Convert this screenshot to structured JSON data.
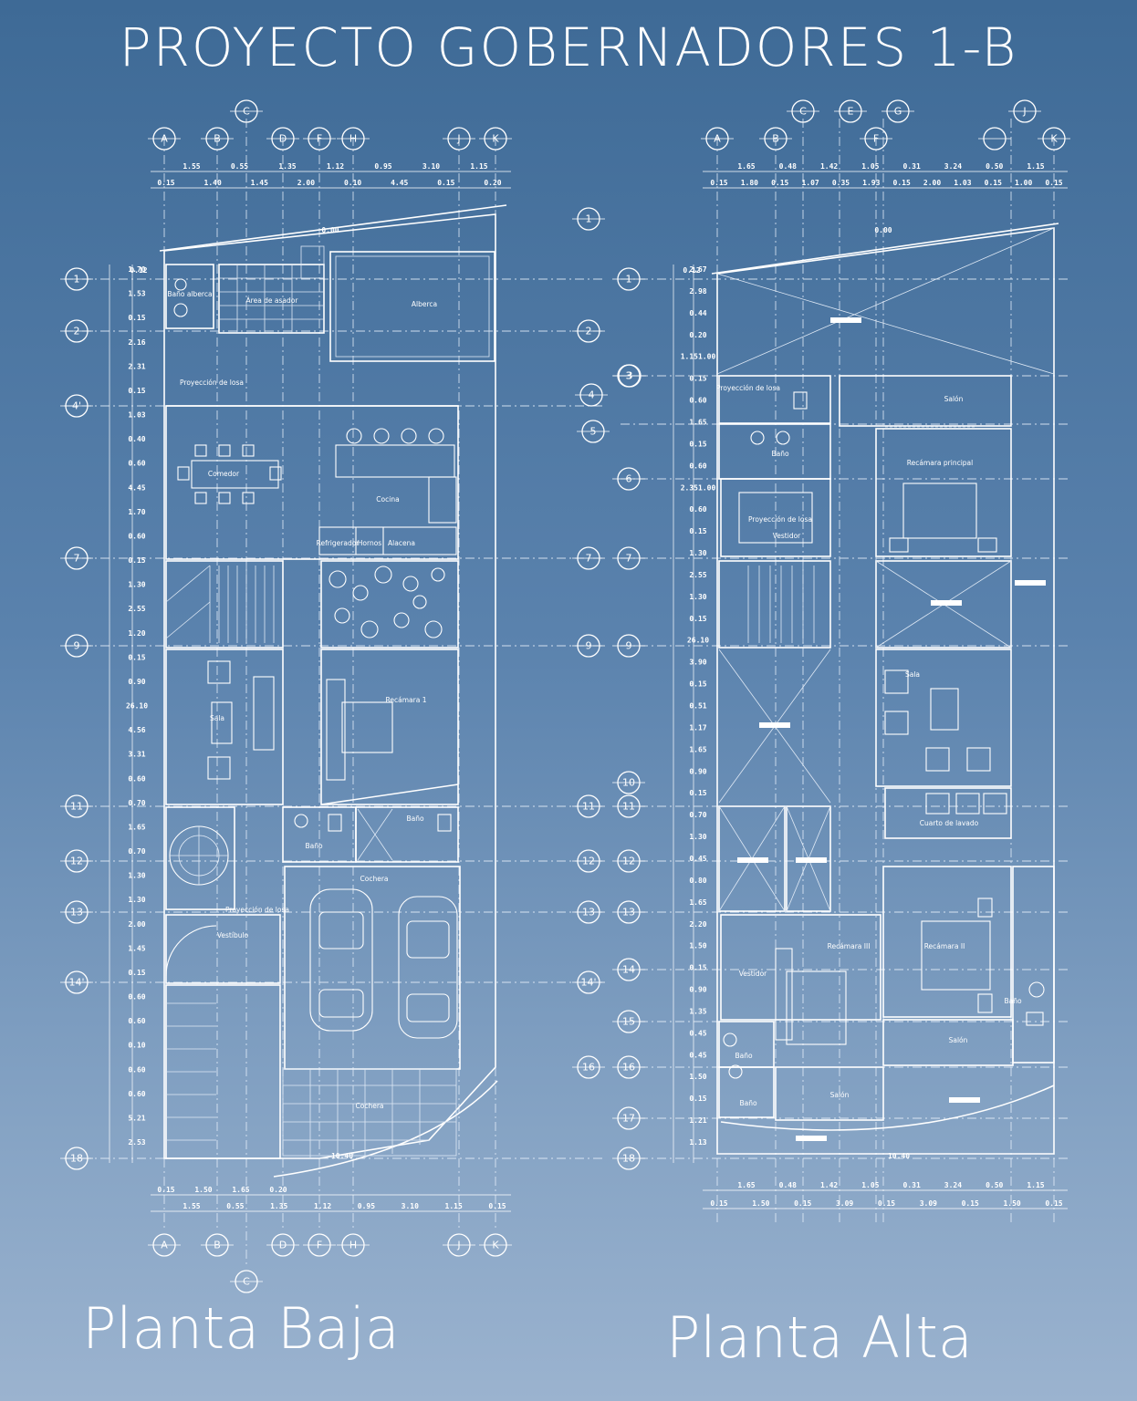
{
  "title": "PROYECTO GOBERNADORES 1-B",
  "plans": {
    "ground": {
      "caption": "Planta Baja",
      "grid_letters": [
        "A",
        "B",
        "C",
        "D",
        "F",
        "H",
        "J",
        "K"
      ],
      "grid_numbers": [
        "1",
        "2",
        "4'",
        "7",
        "9",
        "11",
        "12",
        "13",
        "14'",
        "18"
      ],
      "right_numbers": [
        "1",
        "2",
        "3",
        "4",
        "5",
        "7",
        "9",
        "11",
        "12",
        "13",
        "14'",
        "16"
      ],
      "top_dims_row1": [
        "1.55",
        "0.55",
        "1.35",
        "1.12",
        "0.95",
        "3.10",
        "1.15"
      ],
      "top_dims_row2": [
        "0.15",
        "1.40",
        "1.45",
        "2.00",
        "0.10",
        "4.45",
        "0.15",
        "0.20"
      ],
      "bottom_dims_row1": [
        "0.15",
        "1.50",
        "1.65",
        "0.20"
      ],
      "bottom_dims_row2": [
        "1.55",
        "0.55",
        "1.35",
        "1.12",
        "0.95",
        "3.10",
        "1.15",
        "0.15"
      ],
      "left_dims": [
        "1.70",
        "1.53",
        "0.15",
        "2.16",
        "2.31",
        "0.15",
        "1.03",
        "0.40",
        "0.60",
        "4.45",
        "1.70",
        "0.60",
        "0.15",
        "1.30",
        "2.55",
        "1.20",
        "0.15",
        "0.90",
        "26.10",
        "4.56",
        "3.31",
        "0.60",
        "0.70",
        "1.65",
        "0.70",
        "1.30",
        "1.30",
        "2.00",
        "1.45",
        "0.15",
        "0.60",
        "0.60",
        "0.10",
        "0.60",
        "0.60",
        "5.21",
        "2.53"
      ],
      "level_marks": [
        "0.00",
        "0.12",
        "10.40"
      ],
      "rooms": [
        "Baño alberca",
        "Área de asador",
        "Alberca",
        "Proyección de losa",
        "Comedor",
        "Cocina",
        "Refrigerador",
        "Hornos",
        "Alacena",
        "Sala",
        "Recámara 1",
        "Baño",
        "Baño",
        "Cochera",
        "Vestíbulo",
        "Proyección de losa",
        "Cochera"
      ]
    },
    "upper": {
      "caption": "Planta Alta",
      "grid_letters": [
        "A",
        "B",
        "C",
        "E",
        "F",
        "G",
        "J",
        "K"
      ],
      "grid_numbers": [
        "1",
        "3",
        "6",
        "7",
        "9",
        "10",
        "11",
        "12",
        "13",
        "14",
        "15",
        "16",
        "17",
        "18"
      ],
      "top_dims_row1": [
        "1.65",
        "0.48",
        "1.42",
        "1.05",
        "0.31",
        "3.24",
        "0.50",
        "1.15"
      ],
      "top_dims_row2": [
        "0.15",
        "1.80",
        "0.15",
        "1.07",
        "0.35",
        "1.93",
        "0.15",
        "2.00",
        "1.03",
        "0.15",
        "1.00",
        "0.15"
      ],
      "bottom_dims_row1": [
        "1.65",
        "0.48",
        "1.42",
        "1.05",
        "0.31",
        "3.24",
        "0.50",
        "1.15"
      ],
      "bottom_dims_row2": [
        "0.15",
        "1.50",
        "0.15",
        "3.09",
        "0.15",
        "3.09",
        "0.15",
        "1.50",
        "0.15"
      ],
      "left_dims": [
        "2.67",
        "2.98",
        "0.44",
        "0.20",
        "1.151.00",
        "0.15",
        "0.60",
        "1.65",
        "0.15",
        "0.60",
        "2.351.00",
        "0.60",
        "0.15",
        "1.30",
        "2.55",
        "1.30",
        "0.15",
        "26.10",
        "3.90",
        "0.15",
        "0.51",
        "1.17",
        "1.65",
        "0.90",
        "0.15",
        "0.70",
        "1.30",
        "0.45",
        "0.80",
        "1.65",
        "2.20",
        "1.50",
        "0.15",
        "0.90",
        "1.35",
        "0.45",
        "0.45",
        "1.50",
        "0.15",
        "1.21",
        "1.13"
      ],
      "level_marks": [
        "0.00",
        "0.12",
        "10.40"
      ],
      "rooms": [
        "Proyección de losa",
        "Baño",
        "Salón",
        "Recámara principal",
        "Proyección de losa",
        "Vestidor",
        "Sala",
        "Cuarto de lavado",
        "Recámara II",
        "Recámara III",
        "Vestidor",
        "Baño",
        "Baño",
        "Salón",
        "Salón",
        "Baño"
      ]
    }
  }
}
